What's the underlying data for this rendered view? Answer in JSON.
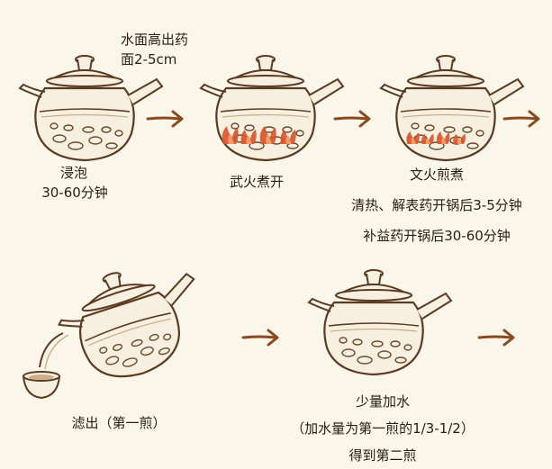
{
  "annotation_water": {
    "line1": "水面高出药",
    "line2": "面2-5cm"
  },
  "steps": [
    {
      "label": "浸泡",
      "sub": "30-60分钟"
    },
    {
      "label": "武火煮开"
    },
    {
      "label": "文火煎煮",
      "note1": "清热、解表药开锅后3-5分钟",
      "note2": "补益药开锅后30-60分钟"
    },
    {
      "label": "滤出（第一煎）"
    },
    {
      "label": "少量加水",
      "sub": "（加水量为第一煎的1/3-1/2）",
      "result": "得到第二煎"
    }
  ],
  "colors": {
    "arrow": "#8a4a1e",
    "line": "#5a3a20",
    "flame": "#d9522b",
    "water": "#c9b08a",
    "background": "#fbf6ea"
  },
  "icons": [
    "clay-pot-icon",
    "flame-icon",
    "arrow-right-icon",
    "cup-icon"
  ]
}
